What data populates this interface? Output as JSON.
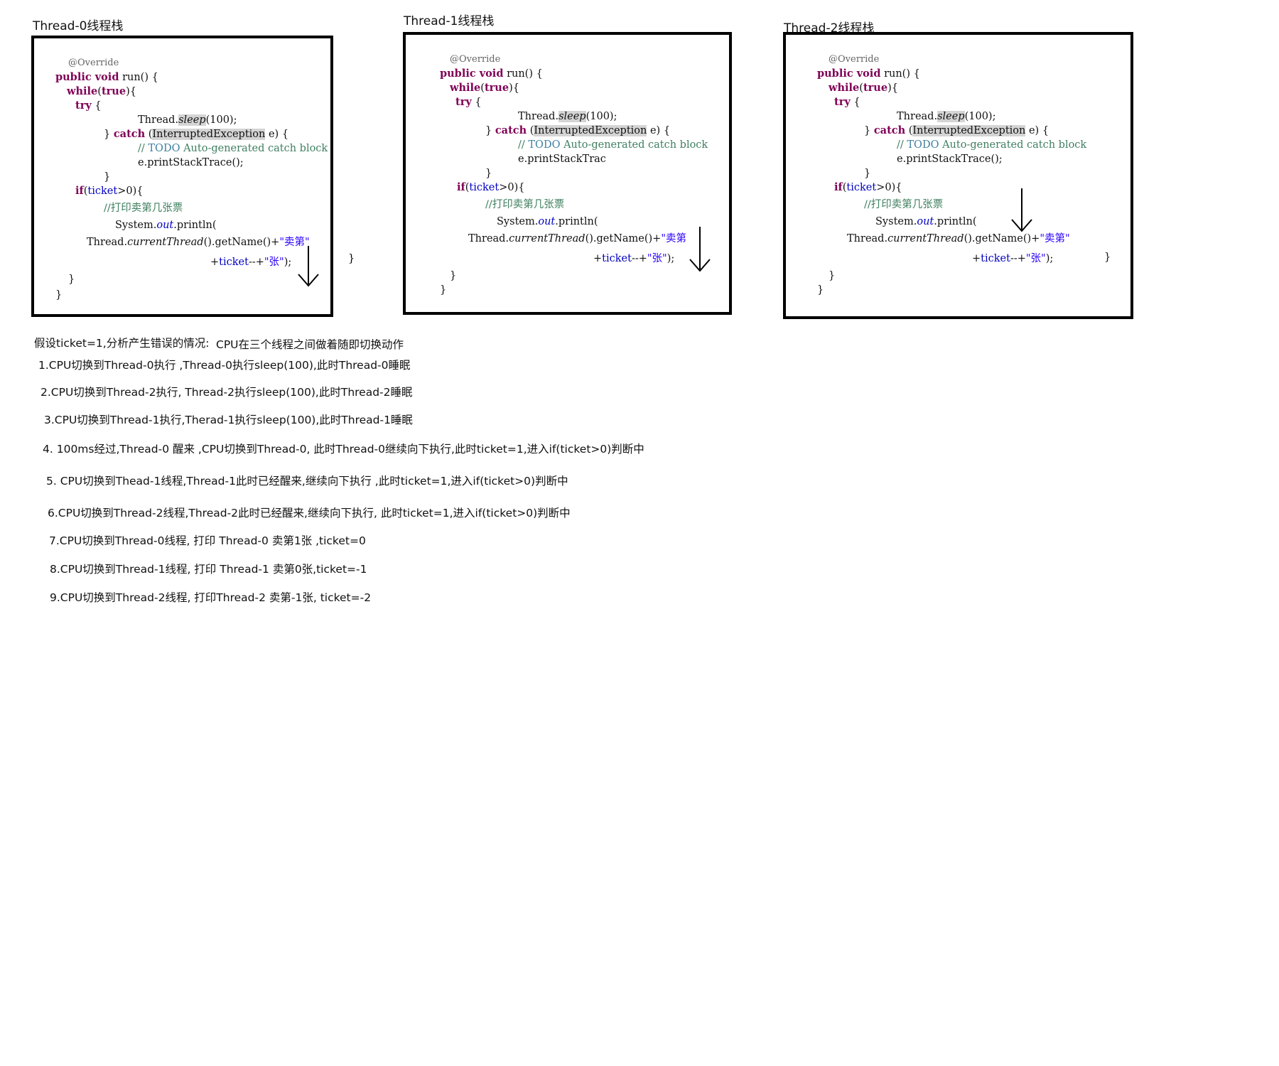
{
  "stacks": [
    {
      "title": "Thread-0线程栈",
      "code": {
        "annotation": "@Override",
        "line_run": "public void run() {",
        "line_while": "while(true){",
        "line_try": "try {",
        "line_sleep_prefix": "Thread.",
        "line_sleep_method": "sleep",
        "line_sleep_suffix": "(100);",
        "line_catch_open": "}",
        "line_catch_kw": "catch",
        "line_catch_exc": "InterruptedException",
        "line_catch_rest": "e) {",
        "todo_prefix": "// ",
        "todo_kw": "TODO",
        "todo_rest": " Auto-generated catch block",
        "print_stack": "e.printStackTrace();",
        "close1": "}",
        "if_line_kw": "if",
        "if_line_field": "ticket",
        "if_line_rest": ">0){",
        "comment": "//打印卖第几张票",
        "println": "System.",
        "println_out": "out",
        "println_rest": ".println(",
        "thread_prefix": "Thread.",
        "current_thread": "currentThread",
        "thread_rest": "().getName()+",
        "str_sell": "\"卖第\"",
        "plus_ticket": "+",
        "ticket_field": "ticket",
        "ticket_dec": "--+",
        "str_zhang": "\"张\"",
        "end_paren": ");",
        "close_outer": "}",
        "close2": "}",
        "close3": "}"
      }
    },
    {
      "title": "Thread-1线程栈",
      "code": {
        "annotation": "@Override",
        "line_run": "public void run() {",
        "line_while": "while(true){",
        "line_try": "try {",
        "line_sleep_prefix": "Thread.",
        "line_sleep_method": "sleep",
        "line_sleep_suffix": "(100);",
        "line_catch_open": "}",
        "line_catch_kw": "catch",
        "line_catch_exc": "InterruptedException",
        "line_catch_rest": "e) {",
        "todo_prefix": "// ",
        "todo_kw": "TODO",
        "todo_rest": " Auto-generated catch block",
        "print_stack": "e.printStackTrac",
        "close1": "}",
        "if_line_kw": "if",
        "if_line_field": "ticket",
        "if_line_rest": ">0){",
        "comment": "//打印卖第几张票",
        "println": "System.",
        "println_out": "out",
        "println_rest": ".println(",
        "thread_prefix": "Thread.",
        "current_thread": "currentThread",
        "thread_rest": "().getName()+",
        "str_sell": "\"卖第",
        "plus_ticket": "+",
        "ticket_field": "ticket",
        "ticket_dec": "--+",
        "str_zhang": "\"张\"",
        "end_paren": ");",
        "close2": "}",
        "close3": "}"
      }
    },
    {
      "title": "Thread-2线程栈",
      "code": {
        "annotation": "@Override",
        "line_run": "public void run() {",
        "line_while": "while(true){",
        "line_try": "try {",
        "line_sleep_prefix": "Thread.",
        "line_sleep_method": "sleep",
        "line_sleep_suffix": "(100);",
        "line_catch_open": "}",
        "line_catch_kw": "catch",
        "line_catch_exc": "InterruptedException",
        "line_catch_rest": "e) {",
        "todo_prefix": "// ",
        "todo_kw": "TODO",
        "todo_rest": " Auto-generated catch block",
        "print_stack": "e.printStackTrace();",
        "close1": "}",
        "if_line_kw": "if",
        "if_line_field": "ticket",
        "if_line_rest": ">0){",
        "comment": "//打印卖第几张票",
        "println": "System.",
        "println_out": "out",
        "println_rest": ".println(",
        "thread_prefix": "Thread.",
        "current_thread": "currentThread",
        "thread_rest": "().getName()+",
        "str_sell": "\"卖第\"",
        "plus_ticket": "+",
        "ticket_field": "ticket",
        "ticket_dec": "--+",
        "str_zhang": "\"张\"",
        "end_paren": ");",
        "close_outer": "}",
        "close2": "}",
        "close3": "}"
      }
    }
  ],
  "analysis": {
    "heading": "假设ticket=1,分析产生错误的情况:",
    "heading2": "CPU在三个线程之间做着随即切换动作",
    "steps": [
      "1.CPU切换到Thread-0执行 ,Thread-0执行sleep(100),此时Thread-0睡眠",
      "2.CPU切换到Thread-2执行, Thread-2执行sleep(100),此时Thread-2睡眠",
      "3.CPU切换到Thread-1执行,Therad-1执行sleep(100),此时Thread-1睡眠",
      "4. 100ms经过,Thread-0  醒来 ,CPU切换到Thread-0, 此时Thread-0继续向下执行,此时ticket=1,进入if(ticket>0)判断中",
      "5.  CPU切换到Thead-1线程,Thread-1此时已经醒来,继续向下执行 ,此时ticket=1,进入if(ticket>0)判断中",
      "6.CPU切换到Thread-2线程,Thread-2此时已经醒来,继续向下执行, 此时ticket=1,进入if(ticket>0)判断中",
      "7.CPU切换到Thread-0线程,  打印 Thread-0 卖第1张 ,ticket=0",
      "8.CPU切换到Thread-1线程,  打印 Thread-1 卖第0张,ticket=-1",
      "9.CPU切换到Thread-2线程,   打印Thread-2 卖第-1张, ticket=-2"
    ]
  },
  "colors": {
    "keyword": "#7f0055",
    "comment": "#3f7f5f",
    "field": "#0000c0",
    "string": "#2a00ff",
    "annotation": "#646464",
    "highlight": "#d4d4d4"
  },
  "icons": [
    "down-arrow-icon"
  ]
}
